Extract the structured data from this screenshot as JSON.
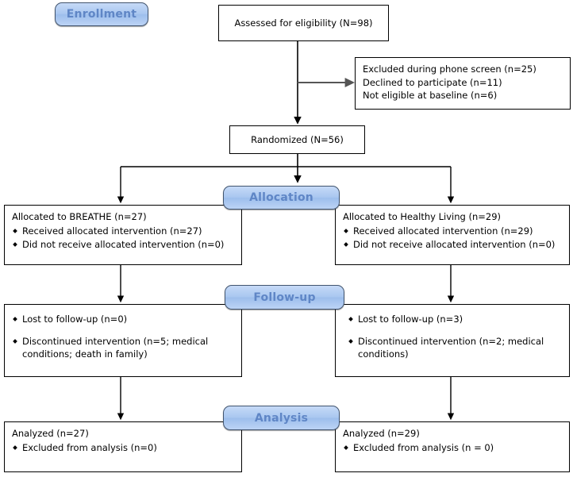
{
  "diagram": {
    "title": "CONSORT participant flow diagram",
    "accent_badge_fill": "#a9c7f0",
    "accent_badge_text": "#5f86c6",
    "accent_badge_border": "#41546e",
    "line_color": "#000000",
    "gray_arrow_color": "#555555"
  },
  "stages": {
    "enrollment": "Enrollment",
    "allocation": "Allocation",
    "followup": "Follow-up",
    "analysis": "Analysis"
  },
  "nodes": {
    "assessed": {
      "text": "Assessed for eligibility (N=98)"
    },
    "excluded": {
      "lines": [
        "Excluded during phone screen (n=25)",
        "Declined to participate (n=11)",
        "Not eligible at baseline (n=6)"
      ]
    },
    "randomized": {
      "text": "Randomized  (N=56)"
    },
    "allocation_left": {
      "heading": "Allocated to BREATHE (n=27)",
      "bullets": [
        "Received  allocated intervention  (n=27)",
        "Did not receive  allocated intervention  (n=0)"
      ]
    },
    "allocation_right": {
      "heading": "Allocated to Healthy Living  (n=29)",
      "bullets": [
        "Received  allocated intervention  (n=29)",
        "Did not receive  allocated intervention  (n=0)"
      ]
    },
    "followup_left": {
      "bullet1": "Lost to follow-up  (n=0)",
      "bullet2_line1": "Discontinued  intervention  (n=5; medical",
      "bullet2_line2": "conditions; death in family)"
    },
    "followup_right": {
      "bullet1": "Lost to follow-up  (n=3)",
      "bullet2_line1": "Discontinued  intervention  (n=2; medical",
      "bullet2_line2": "conditions)"
    },
    "analysis_left": {
      "heading": "Analyzed (n=27)",
      "bullets": [
        "Excluded from analysis (n=0)"
      ]
    },
    "analysis_right": {
      "heading": "Analyzed (n=29)",
      "bullets": [
        "Excluded from analysis (n = 0)"
      ]
    }
  },
  "chart_data": {
    "type": "diagram",
    "title": "CONSORT flow diagram",
    "stages": [
      "Enrollment",
      "Allocation",
      "Follow-up",
      "Analysis"
    ],
    "counts": {
      "assessed_for_eligibility_N": 98,
      "excluded_during_phone_screen_n": 25,
      "declined_to_participate_n": 11,
      "not_eligible_at_baseline_n": 6,
      "randomized_N": 56,
      "allocated_breathe_n": 27,
      "breathe_received_allocated_intervention_n": 27,
      "breathe_did_not_receive_allocated_intervention_n": 0,
      "allocated_healthy_living_n": 29,
      "healthy_living_received_allocated_intervention_n": 29,
      "healthy_living_did_not_receive_allocated_intervention_n": 0,
      "breathe_lost_to_followup_n": 0,
      "breathe_discontinued_intervention_n": 5,
      "healthy_living_lost_to_followup_n": 3,
      "healthy_living_discontinued_intervention_n": 2,
      "breathe_analyzed_n": 27,
      "breathe_excluded_from_analysis_n": 0,
      "healthy_living_analyzed_n": 29,
      "healthy_living_excluded_from_analysis_n": 0
    },
    "arms": [
      "BREATHE",
      "Healthy Living"
    ]
  }
}
